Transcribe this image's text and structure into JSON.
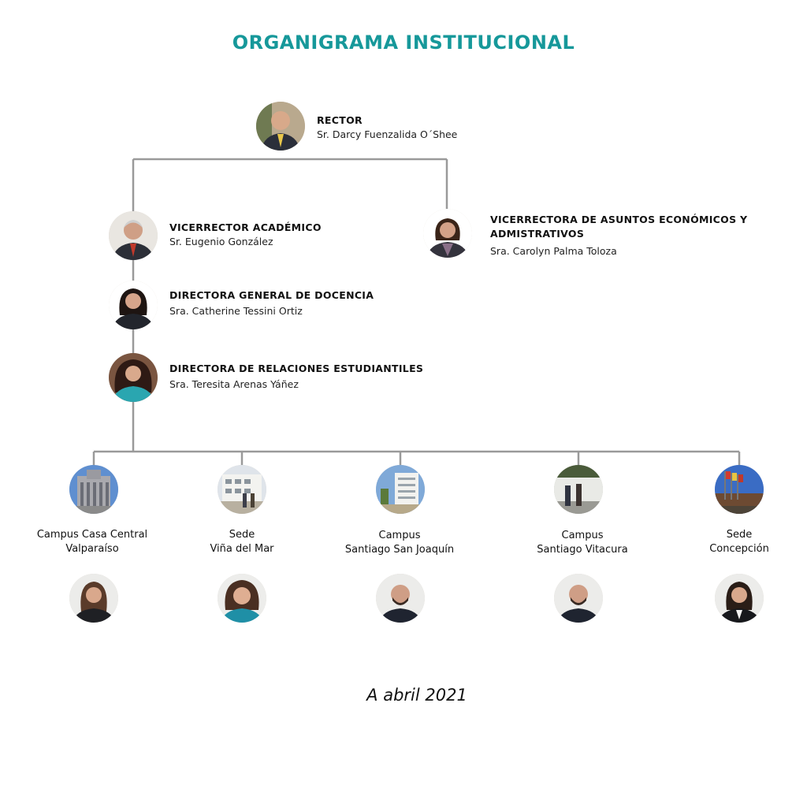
{
  "title": "ORGANIGRAMA INSTITUCIONAL",
  "rector": {
    "role": "RECTOR",
    "name": "Sr. Darcy Fuenzalida O´Shee"
  },
  "vicerrector_academico": {
    "role": "VICERRECTOR ACADÉMICO",
    "name": "Sr. Eugenio González"
  },
  "vicerrectora_economicos": {
    "role_line1": "VICERRECTORA DE ASUNTOS ECONÓMICOS Y",
    "role_line2": "ADMISTRATIVOS",
    "name": "Sra. Carolyn Palma Toloza"
  },
  "directora_docencia": {
    "role": "DIRECTORA GENERAL DE DOCENCIA",
    "name": "Sra. Catherine Tessini Ortiz"
  },
  "directora_relaciones": {
    "role": "DIRECTORA DE RELACIONES ESTUDIANTILES",
    "name": "Sra. Teresita Arenas Yáñez"
  },
  "campuses": [
    {
      "line1": "Campus Casa Central",
      "line2": "Valparaíso"
    },
    {
      "line1": "Sede",
      "line2": "Viña del Mar"
    },
    {
      "line1": "Campus",
      "line2": "Santiago San Joaquín"
    },
    {
      "line1": "Campus",
      "line2": "Santiago Vitacura"
    },
    {
      "line1": "Sede",
      "line2": "Concepción"
    }
  ],
  "footer": "A abril 2021",
  "colors": {
    "title": "#16989a",
    "connector": "#9a9a9a"
  }
}
